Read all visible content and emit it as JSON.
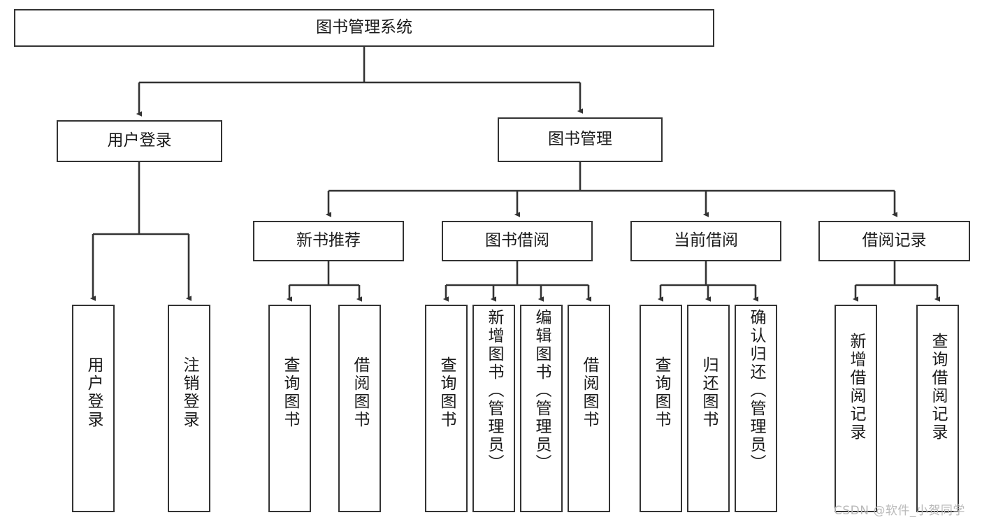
{
  "diagram": {
    "title_text": "图书管理系统",
    "type": "tree-hierarchy-diagram",
    "colors": {
      "box_border": "#333333",
      "box_fill": "#ffffff",
      "edge": "#333333",
      "text": "#1a1a1a",
      "watermark": "#b9b9b9",
      "background": "#ffffff"
    },
    "watermark": "CSDN @软件_小贺同学",
    "levels": {
      "level1": [
        "图书管理系统"
      ],
      "level2": [
        "用户登录",
        "图书管理"
      ],
      "level3": [
        "新书推荐",
        "图书借阅",
        "当前借阅",
        "借阅记录"
      ],
      "level4": [
        "用户登录",
        "注销登录",
        "查询图书",
        "借阅图书",
        "查询图书",
        "新增图书（管理员）",
        "编辑图书（管理员）",
        "借阅图书",
        "查询图书",
        "归还图书",
        "确认归还（管理员）",
        "新增借阅记录",
        "查询借阅记录"
      ]
    },
    "nodes": {
      "root": {
        "label": "图书管理系统"
      },
      "user_login": {
        "label": "用户登录"
      },
      "book_manage": {
        "label": "图书管理"
      },
      "new_book_rec": {
        "label": "新书推荐"
      },
      "book_borrow": {
        "label": "图书借阅"
      },
      "current_borrow": {
        "label": "当前借阅"
      },
      "borrow_record": {
        "label": "借阅记录"
      },
      "leaf_user_login": {
        "label": "用户登录"
      },
      "leaf_logout": {
        "label": "注销登录"
      },
      "leaf_query_book_1": {
        "label": "查询图书"
      },
      "leaf_borrow_book_1": {
        "label": "借阅图书"
      },
      "leaf_query_book_2": {
        "label": "查询图书"
      },
      "leaf_add_book_admin": {
        "label": "新增图书（管理员）"
      },
      "leaf_edit_book_admin": {
        "label": "编辑图书（管理员）"
      },
      "leaf_borrow_book_2": {
        "label": "借阅图书"
      },
      "leaf_query_book_3": {
        "label": "查询图书"
      },
      "leaf_return_book": {
        "label": "归还图书"
      },
      "leaf_confirm_return_admin": {
        "label": "确认归还（管理员）"
      },
      "leaf_add_record": {
        "label": "新增借阅记录"
      },
      "leaf_query_record": {
        "label": "查询借阅记录"
      }
    },
    "edges": [
      {
        "from": "图书管理系统",
        "to": "用户登录"
      },
      {
        "from": "图书管理系统",
        "to": "图书管理"
      },
      {
        "from": "用户登录",
        "to": "用户登录"
      },
      {
        "from": "用户登录",
        "to": "注销登录"
      },
      {
        "from": "图书管理",
        "to": "新书推荐"
      },
      {
        "from": "图书管理",
        "to": "图书借阅"
      },
      {
        "from": "图书管理",
        "to": "当前借阅"
      },
      {
        "from": "图书管理",
        "to": "借阅记录"
      },
      {
        "from": "新书推荐",
        "to": "查询图书"
      },
      {
        "from": "新书推荐",
        "to": "借阅图书"
      },
      {
        "from": "图书借阅",
        "to": "查询图书"
      },
      {
        "from": "图书借阅",
        "to": "新增图书（管理员）"
      },
      {
        "from": "图书借阅",
        "to": "编辑图书（管理员）"
      },
      {
        "from": "图书借阅",
        "to": "借阅图书"
      },
      {
        "from": "当前借阅",
        "to": "查询图书"
      },
      {
        "from": "当前借阅",
        "to": "归还图书"
      },
      {
        "from": "当前借阅",
        "to": "确认归还（管理员）"
      },
      {
        "from": "借阅记录",
        "to": "新增借阅记录"
      },
      {
        "from": "借阅记录",
        "to": "查询借阅记录"
      }
    ]
  }
}
